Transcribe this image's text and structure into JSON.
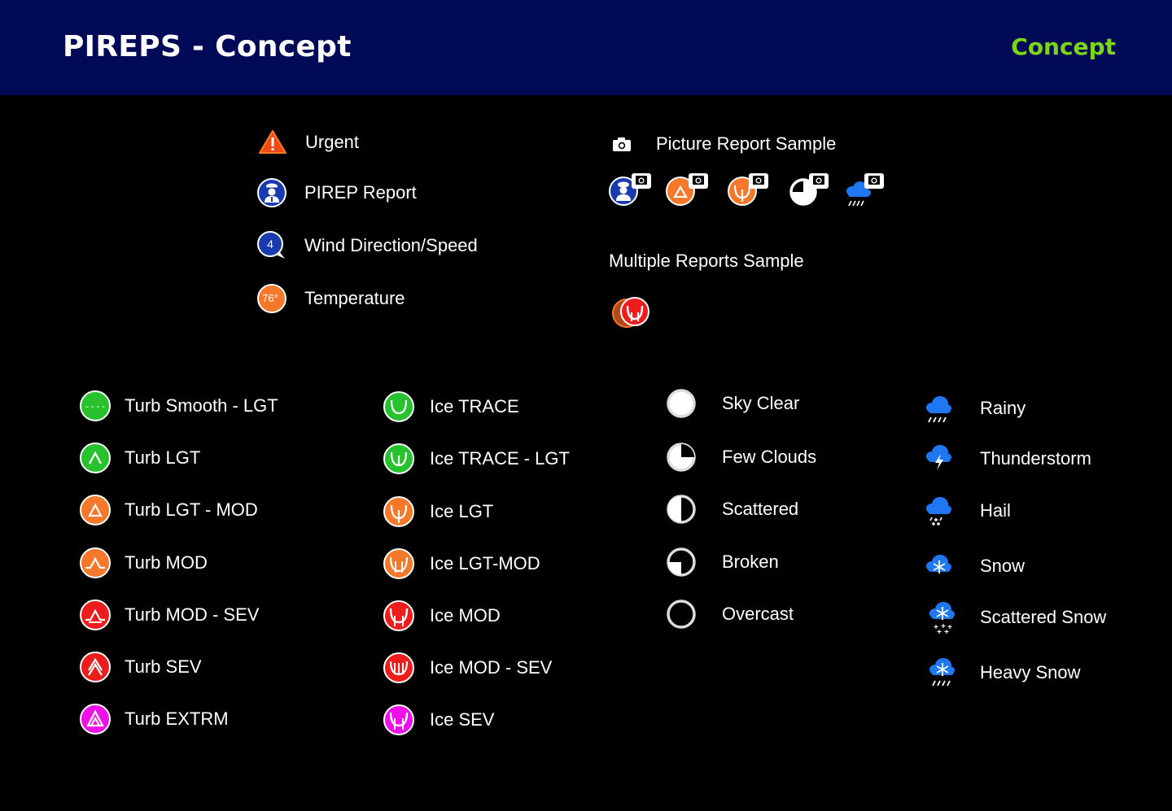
{
  "header": {
    "title": "PIREPS - Concept",
    "badge": "Concept"
  },
  "top_legend": {
    "urgent": "Urgent",
    "pirep_report": "PIREP Report",
    "wind": "Wind Direction/Speed",
    "wind_value": "4",
    "temperature": "Temperature",
    "temperature_value": "76°"
  },
  "picture_report": {
    "title": "Picture Report Sample"
  },
  "multiple_reports": {
    "title": "Multiple Reports Sample"
  },
  "turbulence": {
    "items": [
      "Turb Smooth - LGT",
      "Turb LGT",
      "Turb LGT - MOD",
      "Turb MOD",
      "Turb MOD - SEV",
      "Turb SEV",
      "Turb EXTRM"
    ],
    "smooth_glyph": "----"
  },
  "icing": {
    "items": [
      "Ice TRACE",
      " Ice TRACE - LGT",
      "Ice LGT",
      "Ice LGT-MOD",
      "Ice MOD",
      "Ice MOD - SEV",
      "Ice SEV"
    ]
  },
  "sky": {
    "items": [
      "Sky Clear",
      "Few Clouds",
      "Scattered",
      "Broken",
      "Overcast"
    ]
  },
  "weather": {
    "items": [
      "Rainy",
      "Thunderstorm",
      "Hail",
      "Snow",
      "Scattered Snow",
      "Heavy Snow"
    ]
  },
  "colors": {
    "header_bg": "#000a57",
    "badge": "#7cd61a",
    "green": "#27c22e",
    "orange": "#f5782b",
    "red": "#ee1d1d",
    "magenta": "#ee10e6",
    "blue": "#1a3bb0",
    "weather_blue": "#1f78f2"
  }
}
